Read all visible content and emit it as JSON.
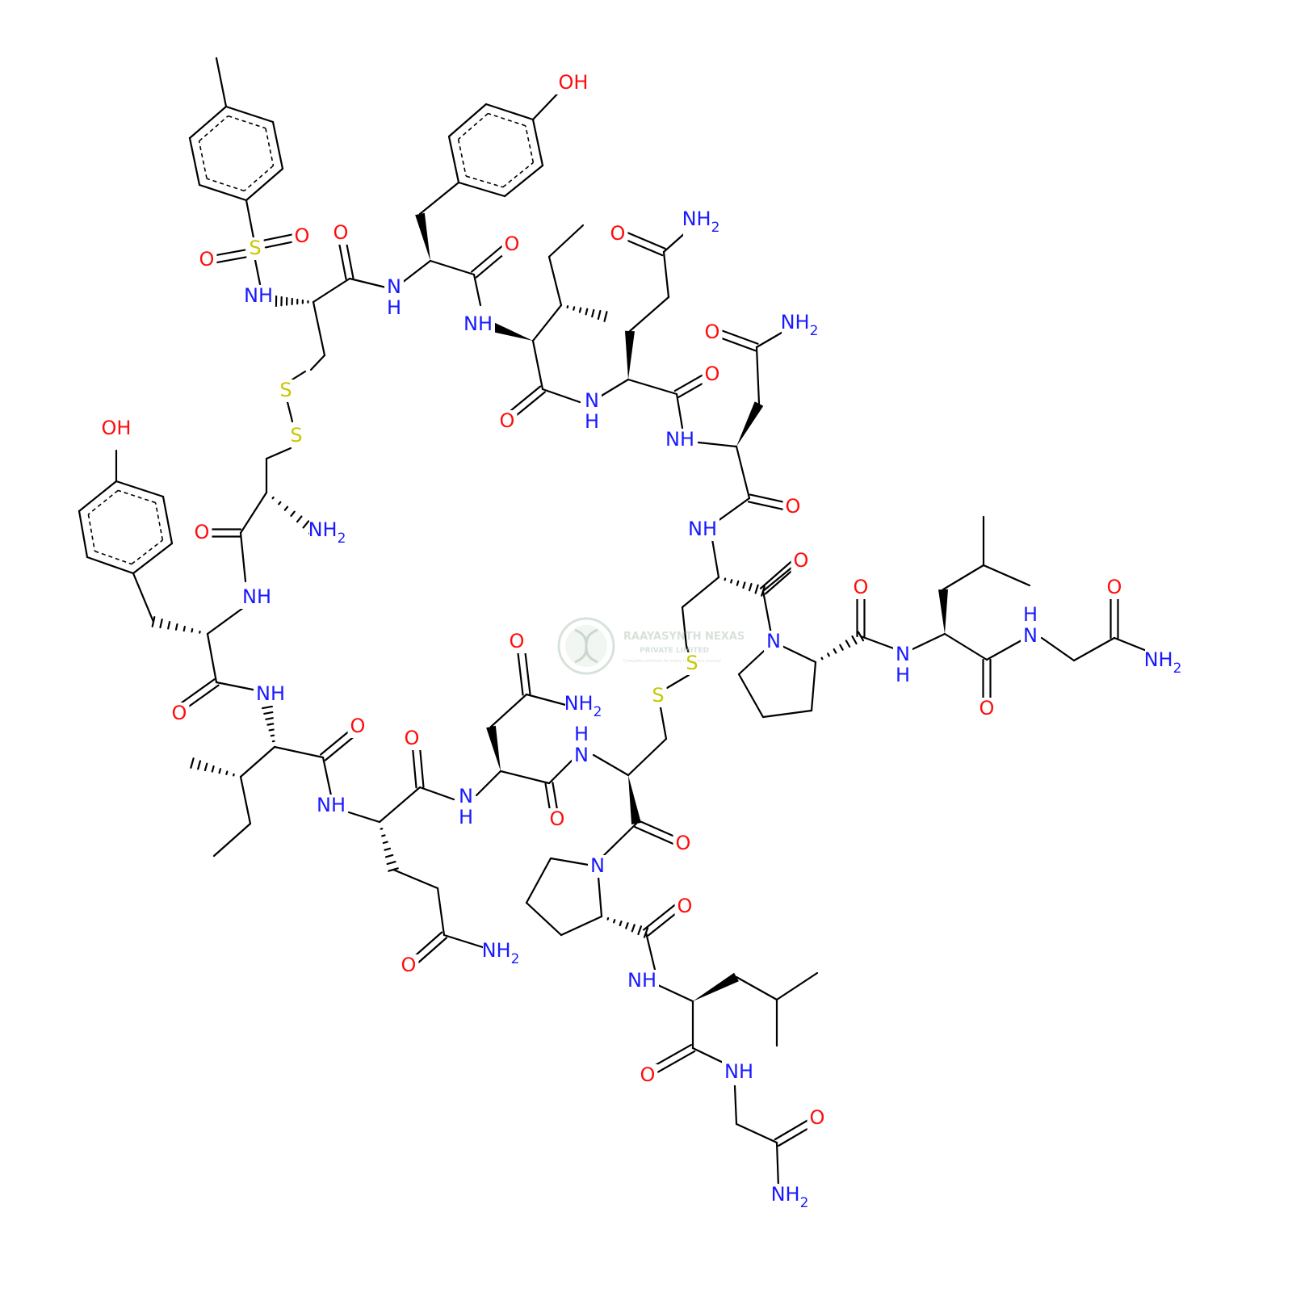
{
  "colors": {
    "bond": "#000000",
    "oxygen": "#ff0d0d",
    "nitrogen": "#1a1aff",
    "sulfur": "#c8c800",
    "watermark": "#b8ccbd"
  },
  "labels": {
    "hydroxyl": "OH",
    "oxygen": "O",
    "amine": "NH",
    "amide_h": "H",
    "amide_n": "N",
    "amino": "NH",
    "amino_sub": "2",
    "sulfur": "S"
  },
  "watermark": {
    "name": "RAAYASYNTH NEXAS",
    "subtitle": "PRIVATE LIMITED",
    "tagline": "Complete solutions for every molecule's journey"
  }
}
